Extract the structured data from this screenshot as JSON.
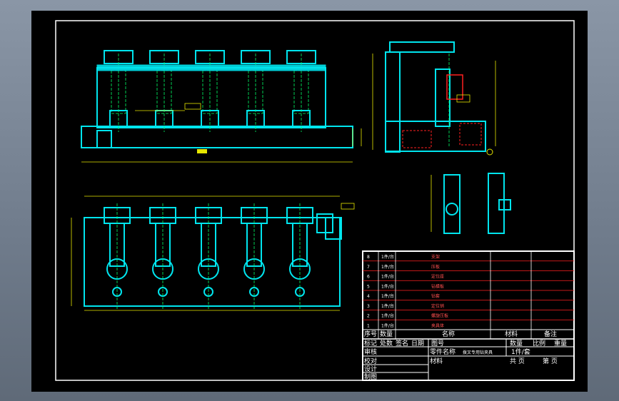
{
  "title_block": {
    "header": {
      "seq": "序号",
      "qty": "数量",
      "name": "名称",
      "material": "材料",
      "remark": "备注"
    },
    "parts": [
      {
        "seq": "8",
        "qty": "1件/台",
        "name": "支架"
      },
      {
        "seq": "7",
        "qty": "1件/台",
        "name": "压板"
      },
      {
        "seq": "6",
        "qty": "1件/台",
        "name": "定位座"
      },
      {
        "seq": "5",
        "qty": "1件/台",
        "name": "钻模板"
      },
      {
        "seq": "4",
        "qty": "1件/台",
        "name": "钻套"
      },
      {
        "seq": "3",
        "qty": "1件/台",
        "name": "定位销"
      },
      {
        "seq": "2",
        "qty": "1件/台",
        "name": "螺旋压板"
      },
      {
        "seq": "1",
        "qty": "1件/台",
        "name": "夹具体"
      }
    ],
    "rows": {
      "r1": [
        "标记",
        "处数",
        "签名",
        "日期",
        "图号"
      ],
      "r1_right": [
        "数量",
        "比例",
        "重量"
      ],
      "audit": "审核",
      "part_name_label": "零件名称",
      "part_name_value": "拨叉专用钻夹具",
      "qty_value": "1件/套",
      "proofread": "校对",
      "material_label": "材料",
      "total_pages": "共  页",
      "page_no": "第  页",
      "design": "设计",
      "drafter": "制图"
    }
  },
  "colors": {
    "sheet": "#000000",
    "geometry": "#00e5ee",
    "dimension": "#e6e600",
    "centerline": "#00ff66",
    "table_lines": "#ff2020",
    "frame": "#ffffff"
  }
}
